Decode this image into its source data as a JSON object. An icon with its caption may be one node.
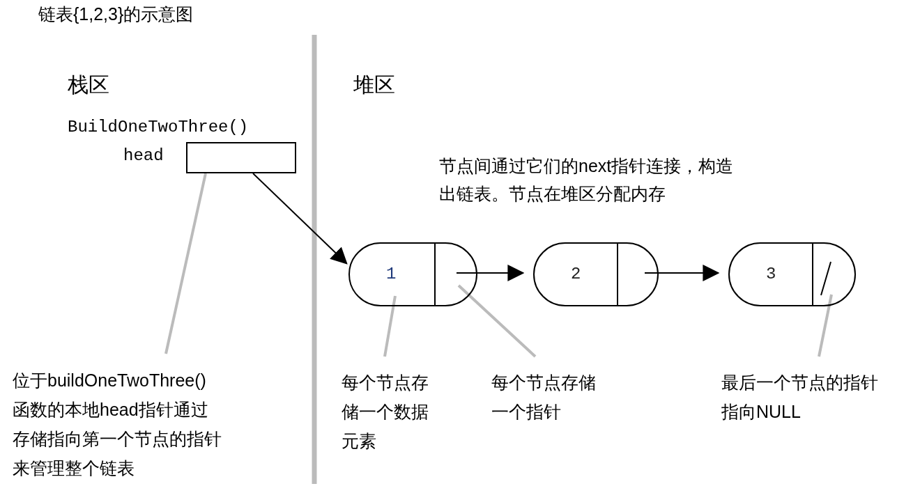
{
  "diagram": {
    "title": "链表{1,2,3}的示意图",
    "nodes": [
      {
        "text": [],
        "shape": "box",
        "beside": [
          "head"
        ]
      },
      {
        "text": [
          "1"
        ]
      },
      {
        "text": [],
        "shape": "box",
        "in": 1
      },
      {
        "text": [
          "2"
        ]
      },
      {
        "text": [],
        "shape": "box",
        "in": 3
      },
      {
        "text": [
          "3"
        ]
      },
      {
        "text": [],
        "shape": "box",
        "in": 5
      },
      {
        "text": [
          "位于buildOneTwoThree()函数的本地head指针通过存储指向第一个节点的指针来管理整个链表"
        ]
      },
      {
        "text": [
          "每个节点存储一个数据元素"
        ]
      },
      {
        "text": [
          "每个节点存储一个指针"
        ]
      },
      {
        "text": [
          "最后一个节点的指针指向NULL"
        ]
      }
    ],
    "edges": [
      {
        "from": 0,
        "to": 1,
        "arrow": "to",
        "color": "#000000"
      },
      {
        "from": 2,
        "to": 3,
        "arrow": "to",
        "color": "#000000"
      },
      {
        "from": 4,
        "to": 5,
        "arrow": "to",
        "color": "#000000"
      },
      {
        "from": 7,
        "to": 0,
        "arrow": "none"
      },
      {
        "from": 8,
        "to": 1,
        "arrow": "none"
      },
      {
        "from": 9,
        "to": 2,
        "arrow": "none"
      },
      {
        "from": 10,
        "to": 6,
        "arrow": "none"
      }
    ],
    "labels": [
      "栈区",
      "堆区",
      "BuildOneTwoThree()",
      "节点间通过它们的next指针连接，构造出链表。节点在堆区分配内存"
    ]
  }
}
